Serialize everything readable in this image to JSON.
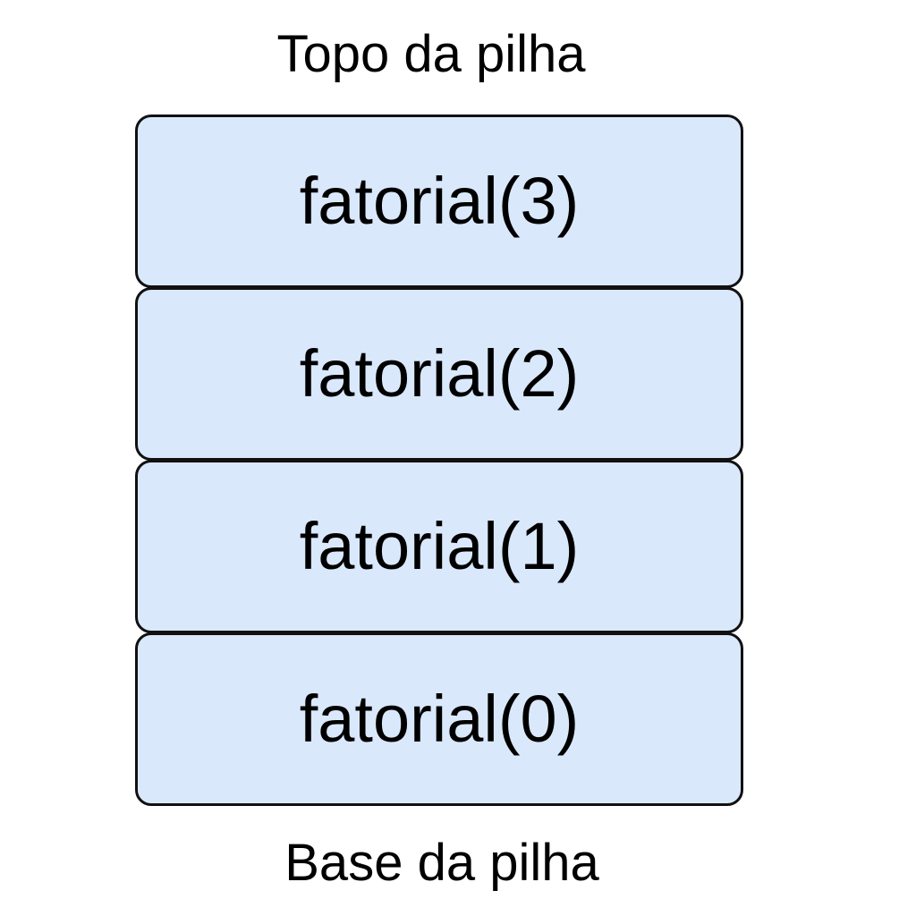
{
  "labels": {
    "top": "Topo da pilha",
    "base": "Base da pilha"
  },
  "stack": {
    "frames": [
      {
        "label": "fatorial(3)"
      },
      {
        "label": "fatorial(2)"
      },
      {
        "label": "fatorial(1)"
      },
      {
        "label": "fatorial(0)"
      }
    ]
  },
  "colors": {
    "frame_fill": "#dae8fc",
    "frame_border": "#111111",
    "text": "#000000"
  }
}
